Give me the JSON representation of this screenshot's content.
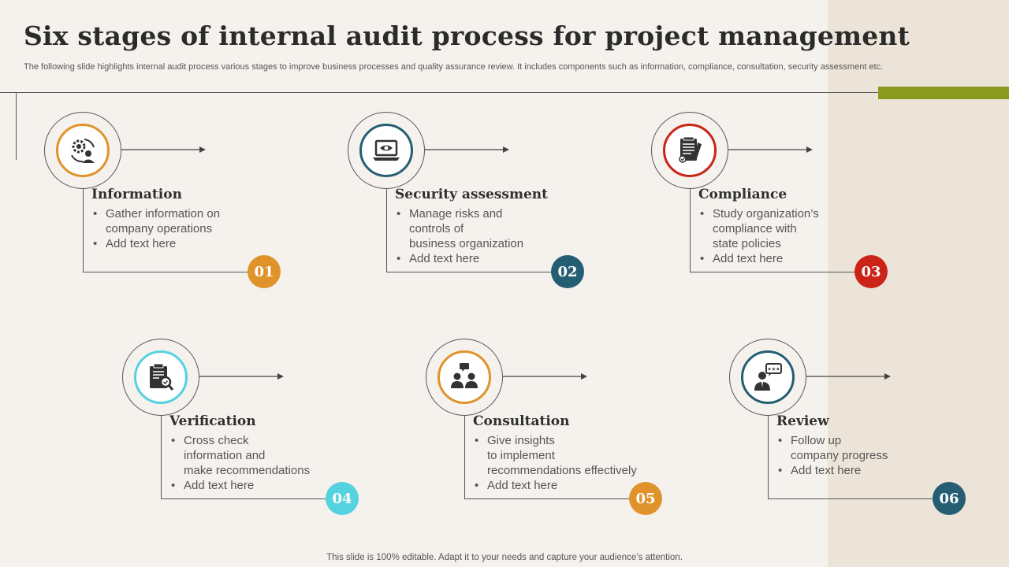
{
  "slide": {
    "title": "Six stages of internal audit process for project management",
    "subtitle": "The following slide highlights internal audit process various stages to improve business processes and quality assurance review. It includes components such as information, compliance, consultation, security assessment etc.",
    "footer": "This slide is 100% editable. Adapt it to your needs and capture your audience’s attention.",
    "accent_bar_color": "#8a9a1e"
  },
  "stages": [
    {
      "number": "01",
      "title": "Information",
      "color": "#e0932b",
      "icon": "gears-user-icon",
      "bullets": [
        "Gather information on\ncompany operations",
        "Add text here"
      ]
    },
    {
      "number": "02",
      "title": "Security assessment",
      "color": "#255e73",
      "icon": "laptop-eye-icon",
      "bullets": [
        "Manage risks and\ncontrols of\nbusiness organization",
        "Add text here"
      ]
    },
    {
      "number": "03",
      "title": "Compliance",
      "color": "#cc2318",
      "icon": "document-seal-icon",
      "bullets": [
        "Study organization’s\ncompliance with\nstate policies",
        "Add text here"
      ]
    },
    {
      "number": "04",
      "title": "Verification",
      "color": "#55d2df",
      "icon": "clipboard-search-icon",
      "bullets": [
        "Cross check\ninformation and\nmake recommendations",
        "Add text here"
      ]
    },
    {
      "number": "05",
      "title": "Consultation",
      "color": "#e0932b",
      "icon": "two-people-chat-icon",
      "bullets": [
        "Give insights\nto implement\nrecommendations effectively",
        "Add text here"
      ]
    },
    {
      "number": "06",
      "title": "Review",
      "color": "#255e73",
      "icon": "person-rating-icon",
      "bullets": [
        "Follow up\ncompany progress",
        "Add text here"
      ]
    }
  ]
}
